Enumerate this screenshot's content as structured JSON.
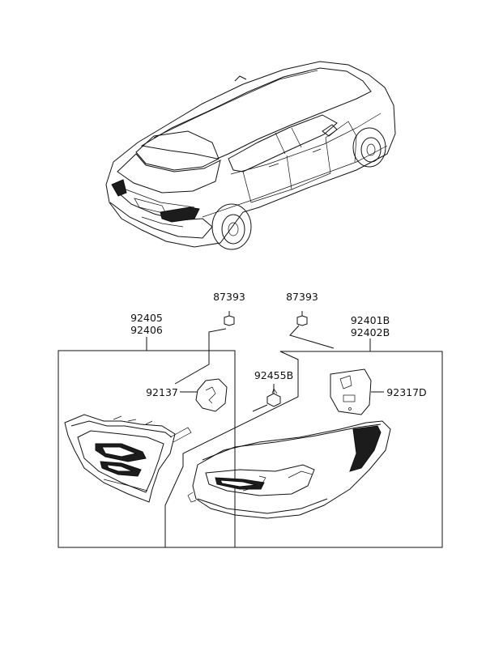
{
  "parts": {
    "p87393_left": "87393",
    "p87393_right": "87393",
    "p92405": "92405",
    "p92406": "92406",
    "p92401B": "92401B",
    "p92402B": "92402B",
    "p92455B": "92455B",
    "p92137": "92137",
    "p92317D": "92317D"
  }
}
